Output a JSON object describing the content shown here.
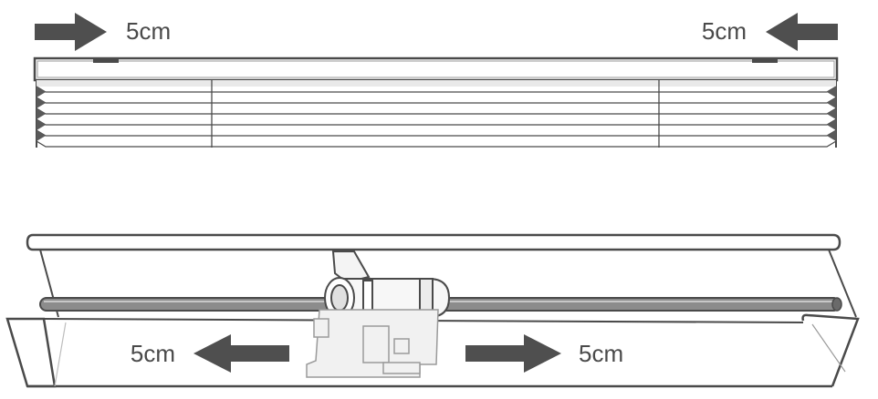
{
  "colors": {
    "arrow": "#4f4f4f",
    "outline": "#4a4a4a",
    "rod": "#8c8c8c",
    "bracket": "#f0f0f0"
  },
  "top_view": {
    "left_label": "5cm",
    "right_label": "5cm",
    "left_arrow_direction": "right",
    "right_arrow_direction": "left"
  },
  "bottom_view": {
    "left_label": "5cm",
    "right_label": "5cm",
    "left_arrow_direction": "left",
    "right_arrow_direction": "right"
  }
}
